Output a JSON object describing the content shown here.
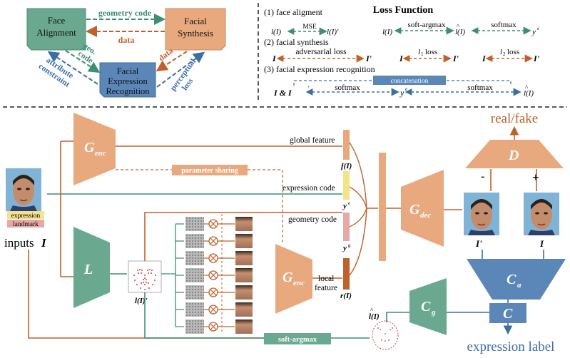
{
  "top_left": {
    "face_alignment": [
      "Face",
      "Alignment"
    ],
    "facial_synthesis": [
      "Facial",
      "Synthesis"
    ],
    "fer": [
      "Facial",
      "Expression",
      "Recognition"
    ],
    "geometry_code": "geometry code",
    "data_top": "data",
    "geo_code": [
      "geo.",
      "code"
    ],
    "attribute_constraint": [
      "attribute",
      "constraint"
    ],
    "data_right": "data",
    "perceptual_loss": [
      "perceptual",
      "loss"
    ]
  },
  "loss_panel": {
    "title": "Loss Function",
    "item1": "(1) face aligment",
    "item2": "(2) facial synthesis",
    "item3": "(3) facial expression recognition",
    "mse": "MSE",
    "soft_argmax": "soft-argmax",
    "softmax": "softmax",
    "adversarial_loss": "adversarial loss",
    "l1_loss": "loss",
    "l2_loss": "loss",
    "concatenation": "concatenation",
    "softmax_left": "softmax",
    "softmax_right": "softmax",
    "sym_lI": "l(I)",
    "sym_lIp": "l(I)'",
    "sym_lhat": "l(I)",
    "sym_ye": "y",
    "sym_I": "I",
    "sym_Ip": "I'",
    "sym_I_and_Ip": "I & I",
    "sym_ye2": "y",
    "sym_lhat2": "l(I)"
  },
  "main": {
    "g_enc": "G",
    "g_enc_sub": "enc",
    "g_enc2_sub": "enc",
    "g_dec_sub": "dec",
    "L": "L",
    "D": "D",
    "Ca": "C",
    "Ca_sub": "a",
    "Cg": "C",
    "Cg_sub": "g",
    "C": "C",
    "global_feature": "global feature",
    "expression_code": "expression code",
    "geometry_code": "geometry code",
    "local_feature": [
      "local",
      "feature"
    ],
    "f_I": "f(I)",
    "y_e": "y",
    "y_g": "y",
    "r_I": "r(I)",
    "parameter_sharing": "parameter sharing",
    "soft_argmax": "soft-argmax",
    "real_fake": "real/fake",
    "minus": "-",
    "plus": "+",
    "I_prime": "I'",
    "I": "I",
    "l_I_prime": "l(I)'",
    "l_hat": "l(I)",
    "inputs_label": "inputs",
    "inputs_I": "I",
    "expression_tag": "expression",
    "landmark_tag": "landmark",
    "expression_label": "expression label"
  },
  "colors": {
    "green": "#6aa890",
    "orange": "#e8a97e",
    "blue": "#5b86b8",
    "brown": "#c0602a",
    "arrow_green": "#3d8f72",
    "arrow_orange": "#c0602a",
    "arrow_blue": "#3c6ea6"
  }
}
